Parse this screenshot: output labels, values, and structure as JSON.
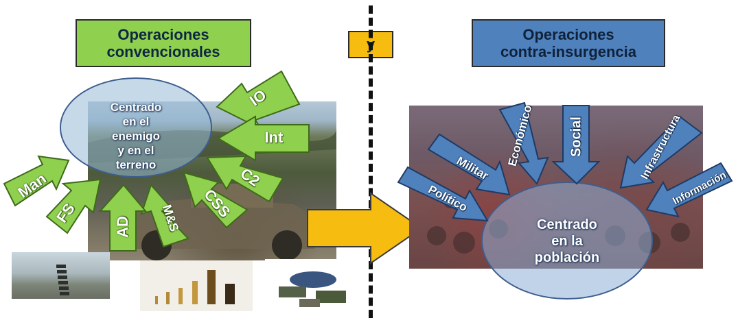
{
  "left": {
    "title_lines": [
      "Operaciones",
      "convencionales"
    ],
    "circle_lines": [
      "Centrado",
      "en el",
      "enemigo",
      "y en el",
      "terreno"
    ],
    "arrows": [
      "IO",
      "Int",
      "C2",
      "CSS",
      "M&S",
      "AD",
      "FS",
      "Man"
    ]
  },
  "connector": "y",
  "right": {
    "title_lines": [
      "Operaciones",
      "contra-insurgencia"
    ],
    "circle_lines": [
      "Centrado",
      "en la",
      "población"
    ],
    "arrows": [
      "Político",
      "Militar",
      "Económico",
      "Social",
      "Infrastructura",
      "Información"
    ]
  },
  "colors": {
    "green": "#8fd14f",
    "blue": "#4f81bd",
    "yellow": "#f6bd10"
  }
}
